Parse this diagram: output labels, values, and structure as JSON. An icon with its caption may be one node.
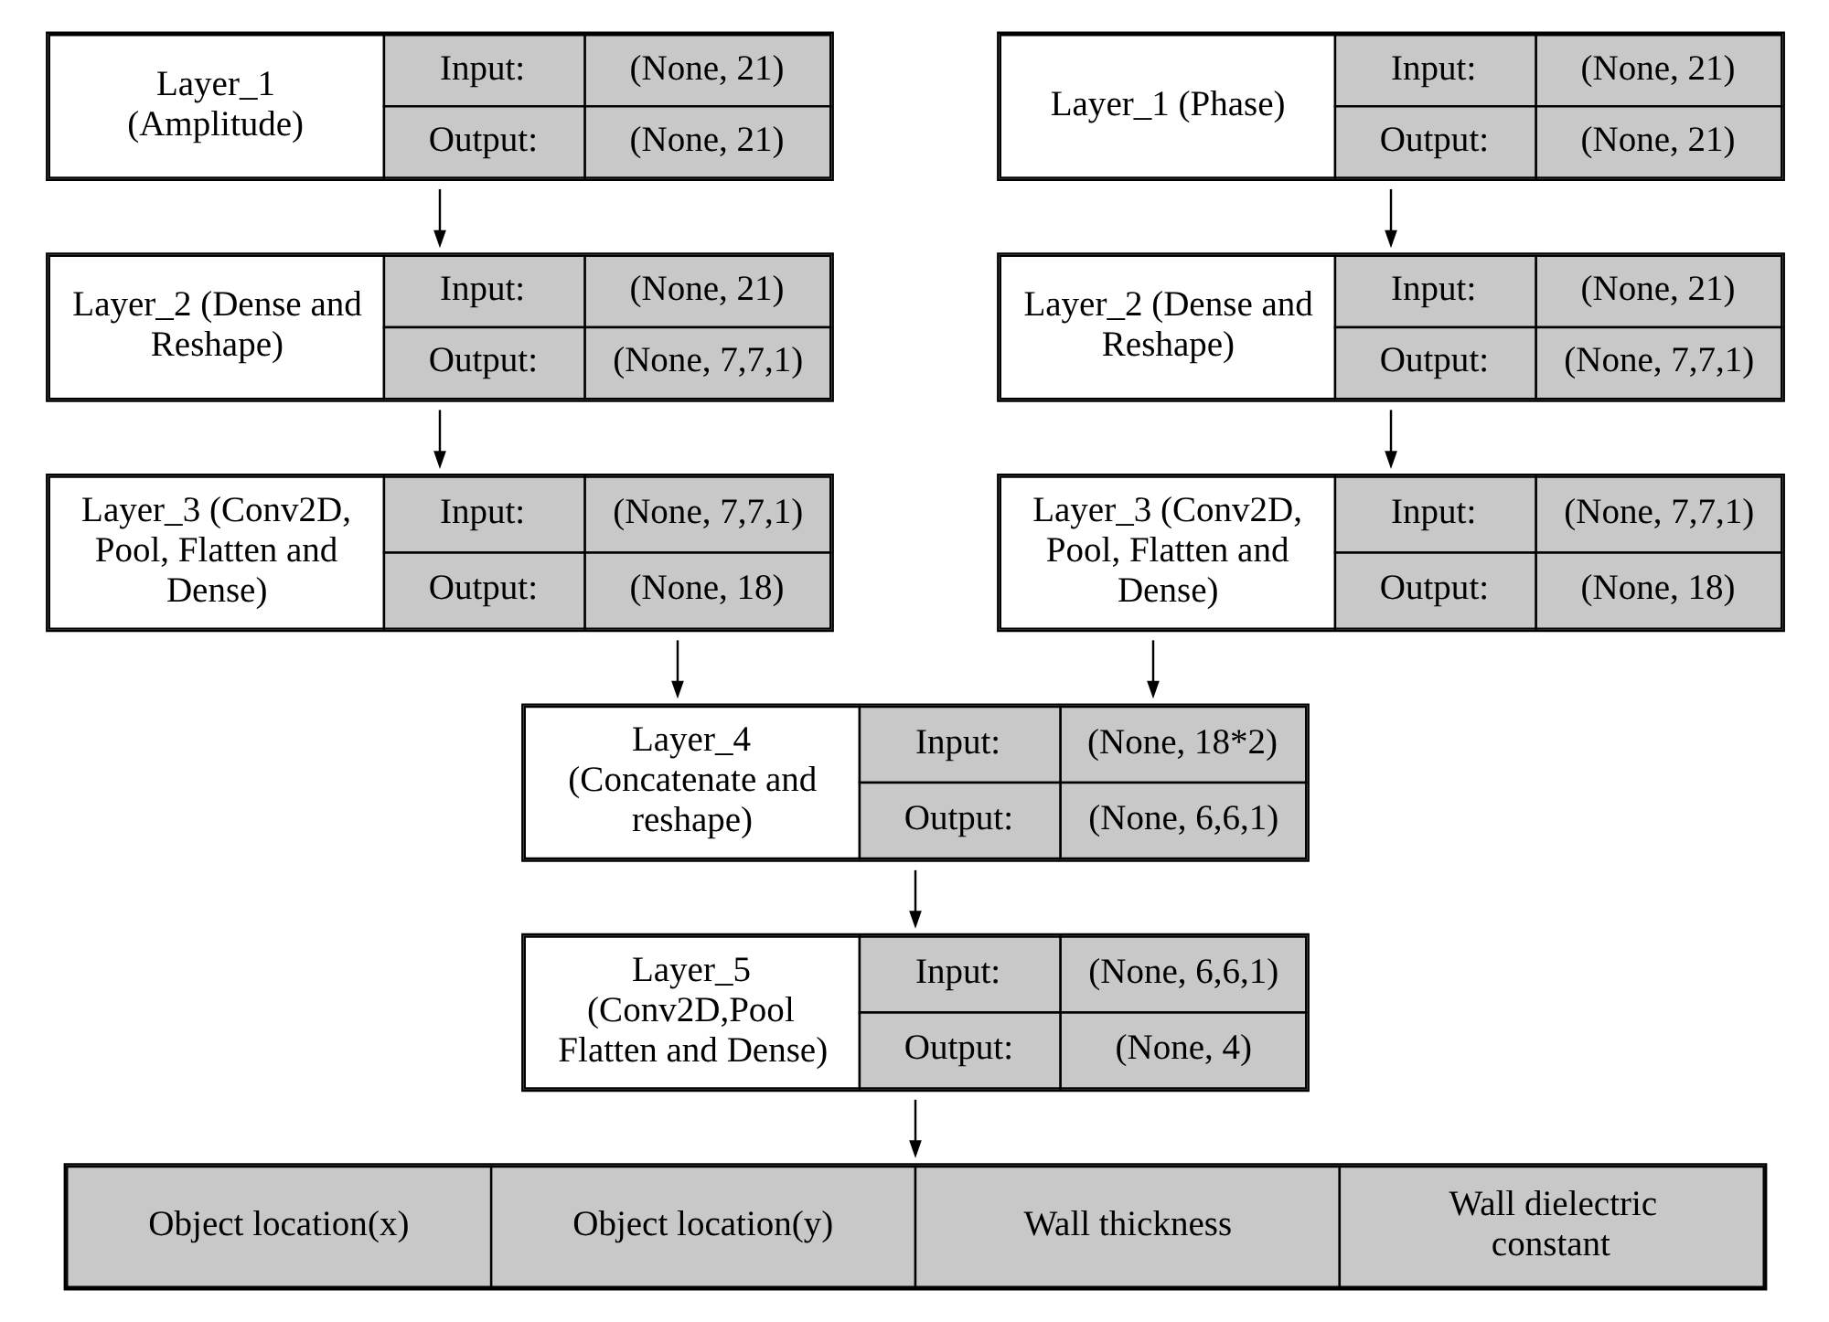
{
  "diagram": {
    "nodes": [
      {
        "text": [
          "Layer_1 (Amplitude)",
          "Input:",
          "(None, 21)",
          "Output:",
          "(None, 21)"
        ]
      },
      {
        "text": [
          "Layer_1 (Phase)",
          "Input:",
          "(None, 21)",
          "Output:",
          "(None, 21)"
        ]
      },
      {
        "text": [
          "Layer_2 (Dense and Reshape)",
          "Input:",
          "(None, 21)",
          "Output:",
          "(None, 7,7,1)"
        ]
      },
      {
        "text": [
          "Layer_2 (Dense and Reshape)",
          "Input:",
          "(None, 21)",
          "Output:",
          "(None, 7,7,1)"
        ]
      },
      {
        "text": [
          "Layer_3 (Conv2D, Pool, Flatten and Dense)",
          "Input:",
          "(None, 7,7,1)",
          "Output:",
          "(None, 18)"
        ]
      },
      {
        "text": [
          "Layer_3 (Conv2D, Pool, Flatten and Dense)",
          "Input:",
          "(None, 7,7,1)",
          "Output:",
          "(None, 18)"
        ]
      },
      {
        "text": [
          "Layer_4 (Concatenate and reshape)",
          "Input:",
          "(None, 18*2)",
          "Output:",
          "(None, 6,6,1)"
        ]
      },
      {
        "text": [
          "Layer_5 (Conv2D,Pool Flatten and Dense)",
          "Input:",
          "(None, 6,6,1)",
          "Output:",
          "(None, 4)"
        ]
      },
      {
        "text": [
          "Object location(x)",
          "Object location(y)",
          "Wall thickness",
          "Wall dielectric constant"
        ]
      }
    ],
    "edges": [
      {
        "from": 0,
        "to": 2,
        "arrow": "to"
      },
      {
        "from": 2,
        "to": 4,
        "arrow": "to"
      },
      {
        "from": 1,
        "to": 3,
        "arrow": "to"
      },
      {
        "from": 3,
        "to": 5,
        "arrow": "to"
      },
      {
        "from": 4,
        "to": 6,
        "arrow": "to"
      },
      {
        "from": 5,
        "to": 6,
        "arrow": "to"
      },
      {
        "from": 6,
        "to": 7,
        "arrow": "to"
      },
      {
        "from": 7,
        "to": 8,
        "arrow": "to"
      }
    ]
  }
}
